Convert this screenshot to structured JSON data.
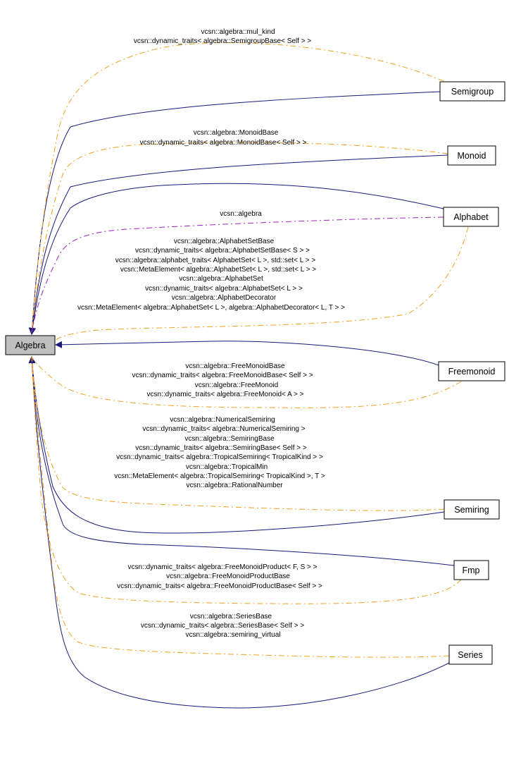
{
  "diagram": {
    "root": {
      "label": "Algebra"
    },
    "nodes": {
      "semigroup": "Semigroup",
      "monoid": "Monoid",
      "alphabet": "Alphabet",
      "freemonoid": "Freemonoid",
      "semiring": "Semiring",
      "fmp": "Fmp",
      "series": "Series"
    },
    "labels": {
      "semigroup": [
        "vcsn::algebra::mul_kind",
        "vcsn::dynamic_traits< algebra::SemigroupBase< Self > >"
      ],
      "monoid": [
        "vcsn::algebra::MonoidBase",
        "vcsn::dynamic_traits< algebra::MonoidBase< Self > >"
      ],
      "alphabet_ns": [
        "vcsn::algebra"
      ],
      "alphabet": [
        "vcsn::algebra::AlphabetSetBase",
        "vcsn::dynamic_traits< algebra::AlphabetSetBase< S > >",
        "vcsn::algebra::alphabet_traits< AlphabetSet< L >, std::set< L > >",
        "vcsn::MetaElement< algebra::AlphabetSet< L >, std::set< L > >",
        "vcsn::algebra::AlphabetSet",
        "vcsn::dynamic_traits< algebra::AlphabetSet< L > >",
        "vcsn::algebra::AlphabetDecorator",
        "vcsn::MetaElement< algebra::AlphabetSet< L >, algebra::AlphabetDecorator< L, T > >"
      ],
      "freemonoid": [
        "vcsn::algebra::FreeMonoidBase",
        "vcsn::dynamic_traits< algebra::FreeMonoidBase< Self > >",
        "vcsn::algebra::FreeMonoid",
        "vcsn::dynamic_traits< algebra::FreeMonoid< A > >"
      ],
      "semiring": [
        "vcsn::algebra::NumericalSemiring",
        "vcsn::dynamic_traits< algebra::NumericalSemiring >",
        "vcsn::algebra::SemiringBase",
        "vcsn::dynamic_traits< algebra::SemiringBase< Self > >",
        "vcsn::dynamic_traits< algebra::TropicalSemiring< TropicalKind > >",
        "vcsn::algebra::TropicalMin",
        "vcsn::MetaElement< algebra::TropicalSemiring< TropicalKind >, T >",
        "vcsn::algebra::RationalNumber"
      ],
      "fmp": [
        "vcsn::dynamic_traits< algebra::FreeMonoidProduct< F, S > >",
        "vcsn::algebra::FreeMonoidProductBase",
        "vcsn::dynamic_traits< algebra::FreeMonoidProductBase< Self > >"
      ],
      "series": [
        "vcsn::algebra::SeriesBase",
        "vcsn::dynamic_traits< algebra::SeriesBase< Self > >",
        "vcsn::algebra::semiring_virtual"
      ]
    }
  }
}
